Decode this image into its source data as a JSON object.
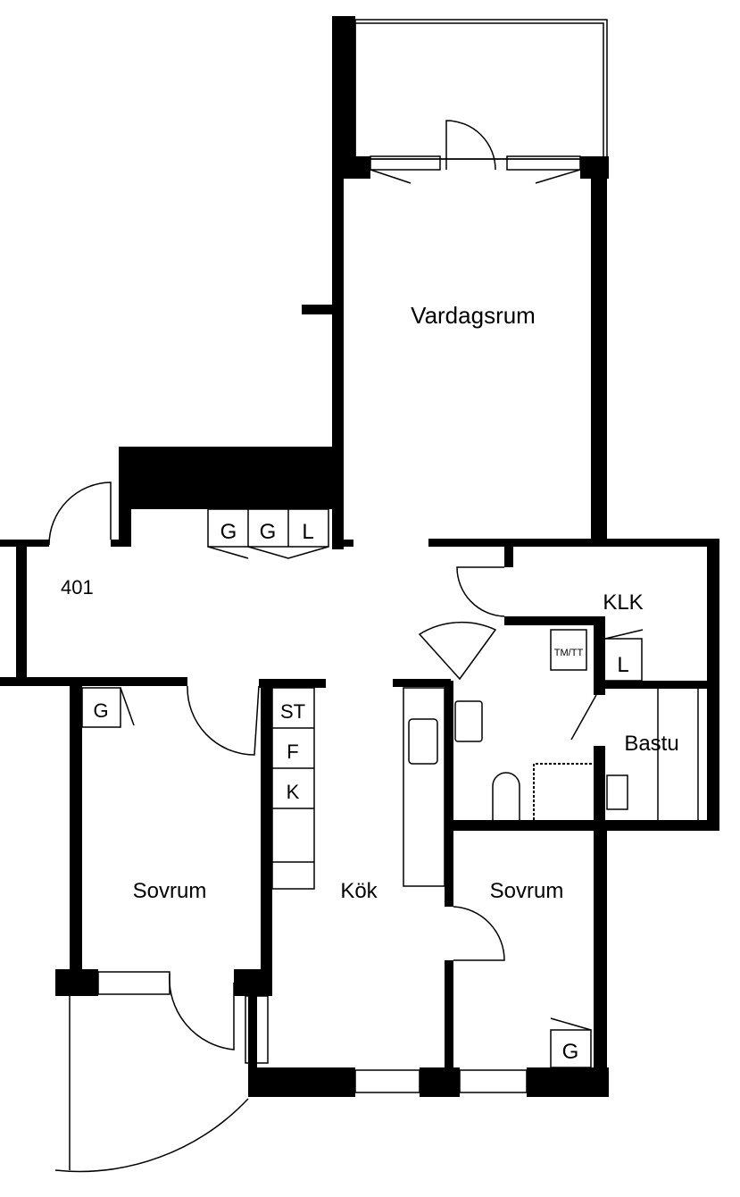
{
  "plan": {
    "unit_number": "401",
    "rooms": {
      "living_room": "Vardagsrum",
      "laundry_closet": "KLK",
      "sauna": "Bastu",
      "bedroom_left": "Sovrum",
      "kitchen": "Kök",
      "bedroom_right": "Sovrum",
      "bath_appliance": "TM/TT"
    },
    "closets": {
      "hall_1": "G",
      "hall_2": "G",
      "hall_3": "L",
      "klk_closet": "L",
      "bedroom_left_closet": "G",
      "bedroom_right_closet": "G",
      "kitchen_st": "ST",
      "kitchen_f": "F",
      "kitchen_k": "K"
    }
  }
}
